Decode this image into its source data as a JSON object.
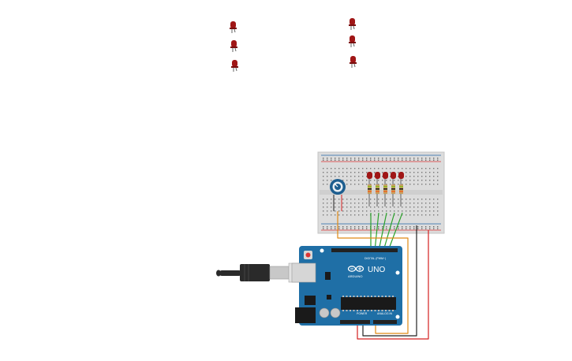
{
  "canvas": {
    "background": "#ffffff"
  },
  "loose_leds": {
    "color": "#a01616",
    "count": 6
  },
  "breadboard": {
    "color": "#dcdcdc",
    "rail_red": "#d33",
    "rail_blue": "#26a"
  },
  "circuit_leds": {
    "count": 5,
    "color": "#a01616"
  },
  "wires": {
    "green": "#2aa12a",
    "orange": "#e08a14",
    "red": "#d42020",
    "black": "#222222"
  },
  "arduino": {
    "board_color": "#1f6fa6",
    "model_label": "UNO",
    "brand_label": "ARDUINO",
    "power_label": "POWER",
    "analog_label": "ANALOG IN",
    "digital_label": "DIGITAL (PWM~)",
    "reset_color": "#d33"
  },
  "usb_cable": {
    "color": "#2a2a2a",
    "plug_color": "#c8c8c8"
  },
  "potentiometer": {
    "color": "#1d5e8f"
  }
}
